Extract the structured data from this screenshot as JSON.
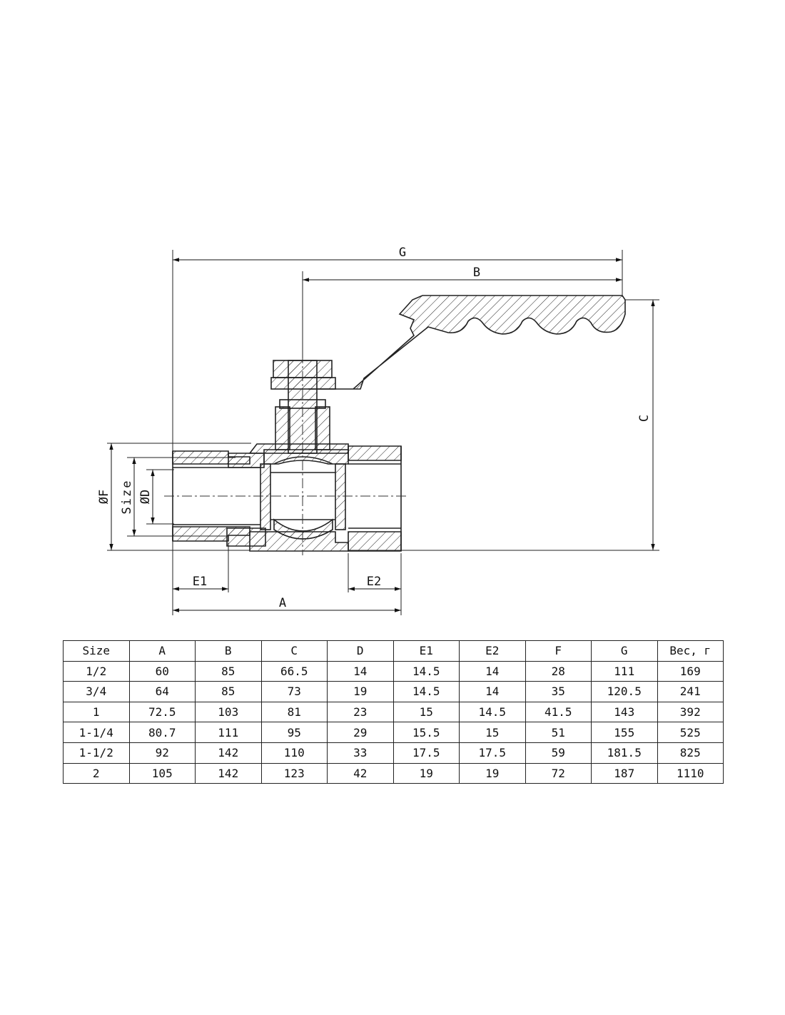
{
  "drawing": {
    "dimension_labels": {
      "g": "G",
      "b": "B",
      "c": "C",
      "a": "A",
      "e1": "E1",
      "e2": "E2",
      "f": "ØF",
      "size": "Size",
      "d": "ØD"
    }
  },
  "table": {
    "headers": [
      "Size",
      "A",
      "B",
      "C",
      "D",
      "E1",
      "E2",
      "F",
      "G",
      "Вес, г"
    ],
    "rows": [
      [
        "1/2",
        "60",
        "85",
        "66.5",
        "14",
        "14.5",
        "14",
        "28",
        "111",
        "169"
      ],
      [
        "3/4",
        "64",
        "85",
        "73",
        "19",
        "14.5",
        "14",
        "35",
        "120.5",
        "241"
      ],
      [
        "1",
        "72.5",
        "103",
        "81",
        "23",
        "15",
        "14.5",
        "41.5",
        "143",
        "392"
      ],
      [
        "1-1/4",
        "80.7",
        "111",
        "95",
        "29",
        "15.5",
        "15",
        "51",
        "155",
        "525"
      ],
      [
        "1-1/2",
        "92",
        "142",
        "110",
        "33",
        "17.5",
        "17.5",
        "59",
        "181.5",
        "825"
      ],
      [
        "2",
        "105",
        "142",
        "123",
        "42",
        "19",
        "19",
        "72",
        "187",
        "1110"
      ]
    ]
  }
}
